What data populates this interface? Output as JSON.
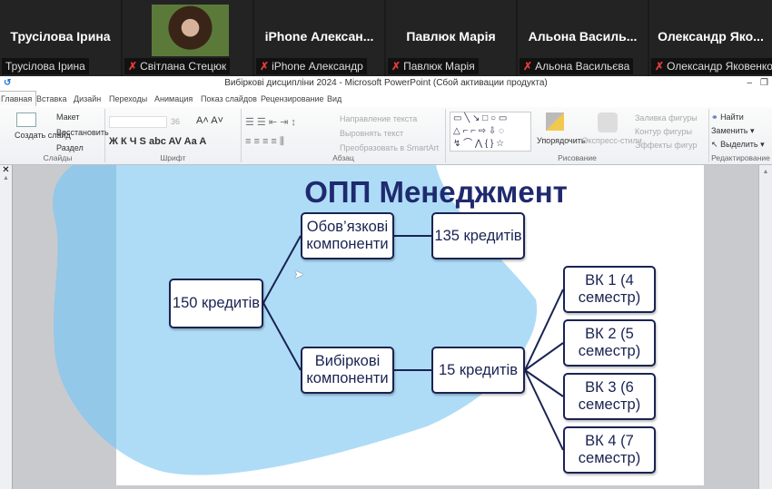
{
  "meeting": {
    "participants": [
      {
        "tile_name": "Трусілова Ірина",
        "label": "Трусілова Ірина",
        "muted": false
      },
      {
        "tile_name": "",
        "label": "Світлана Стецюк",
        "muted": true,
        "has_video": true
      },
      {
        "tile_name": "iPhone  Алексан...",
        "label": "iPhone Александр",
        "muted": true
      },
      {
        "tile_name": "Павлюк Марія",
        "label": "Павлюк Марія",
        "muted": true
      },
      {
        "tile_name": "Альона  Василь...",
        "label": "Альона Васильєва",
        "muted": true
      },
      {
        "tile_name": "Олександр  Яко...",
        "label": "Олександр Яковенко",
        "muted": true
      }
    ],
    "mic_muted_icon": "✗"
  },
  "app": {
    "title": "Вибіркові дисципліни 2024  -  Microsoft PowerPoint (Сбой активации продукта)"
  },
  "tabs": [
    "Главная",
    "Вставка",
    "Дизайн",
    "Переходы",
    "Анимация",
    "Показ слайдов",
    "Рецензирование",
    "Вид"
  ],
  "ribbon": {
    "slides": {
      "label": "Слайды",
      "new_slide": "Создать слайд",
      "layout": "Макет",
      "reset": "Восстановить",
      "section": "Раздел"
    },
    "font": {
      "label": "Шрифт",
      "size": "36",
      "buttons": "Ж  К  Ч  S  abc  AV  Aa  A"
    },
    "paragraph": {
      "label": "Абзац",
      "direction": "Направление текста",
      "align_text": "Выровнять текст",
      "smartart": "Преобразовать в SmartArt"
    },
    "drawing": {
      "label": "Рисование",
      "arrange": "Упорядочить",
      "quick_styles": "Экспресс-стили",
      "fill": "Заливка фигуры",
      "outline": "Контур фигуры",
      "effects": "Эффекты фигур"
    },
    "editing": {
      "label": "Редактирование",
      "find": "Найти",
      "replace": "Заменить",
      "select": "Выделить"
    }
  },
  "slide": {
    "title": "ОПП Менеджмент",
    "root": "150 кредитів",
    "mandatory": "Обов’язкові компоненти",
    "mandatory_credits": "135 кредитів",
    "elective": "Вибіркові компоненти",
    "elective_credits": "15 кредитів",
    "vk": [
      "ВК 1 (4 семестр)",
      "ВК 2 (5 семестр)",
      "ВК 3 (6 семестр)",
      "ВК 4 (7 семестр)"
    ],
    "colors": {
      "navy": "#1a2352",
      "blob": "#aedcf7"
    }
  }
}
